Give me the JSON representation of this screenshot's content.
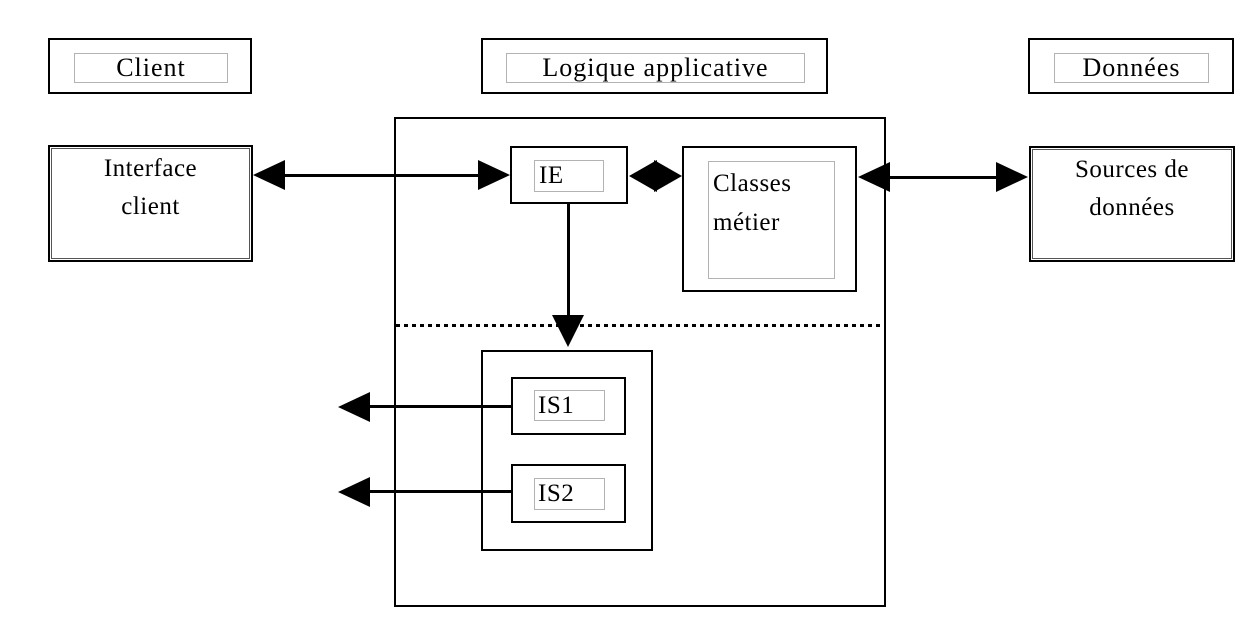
{
  "diagram": {
    "kind": "three-tier-architecture",
    "colors": {
      "background": "#ffffff",
      "line": "#000000",
      "inner_frame_border": "#b3b3b3",
      "double_border_inner": "#555555"
    },
    "headers": {
      "client": "Client",
      "logique": "Logique applicative",
      "donnees": "Données"
    },
    "nodes": {
      "interface_client": {
        "lines": [
          "Interface",
          "client"
        ]
      },
      "ie": {
        "label": "IE"
      },
      "classes_metier": {
        "lines": [
          "Classes",
          "métier"
        ]
      },
      "sources_donnees": {
        "lines": [
          "Sources de",
          "données"
        ]
      },
      "is1": {
        "label": "IS1"
      },
      "is2": {
        "label": "IS2"
      }
    }
  }
}
